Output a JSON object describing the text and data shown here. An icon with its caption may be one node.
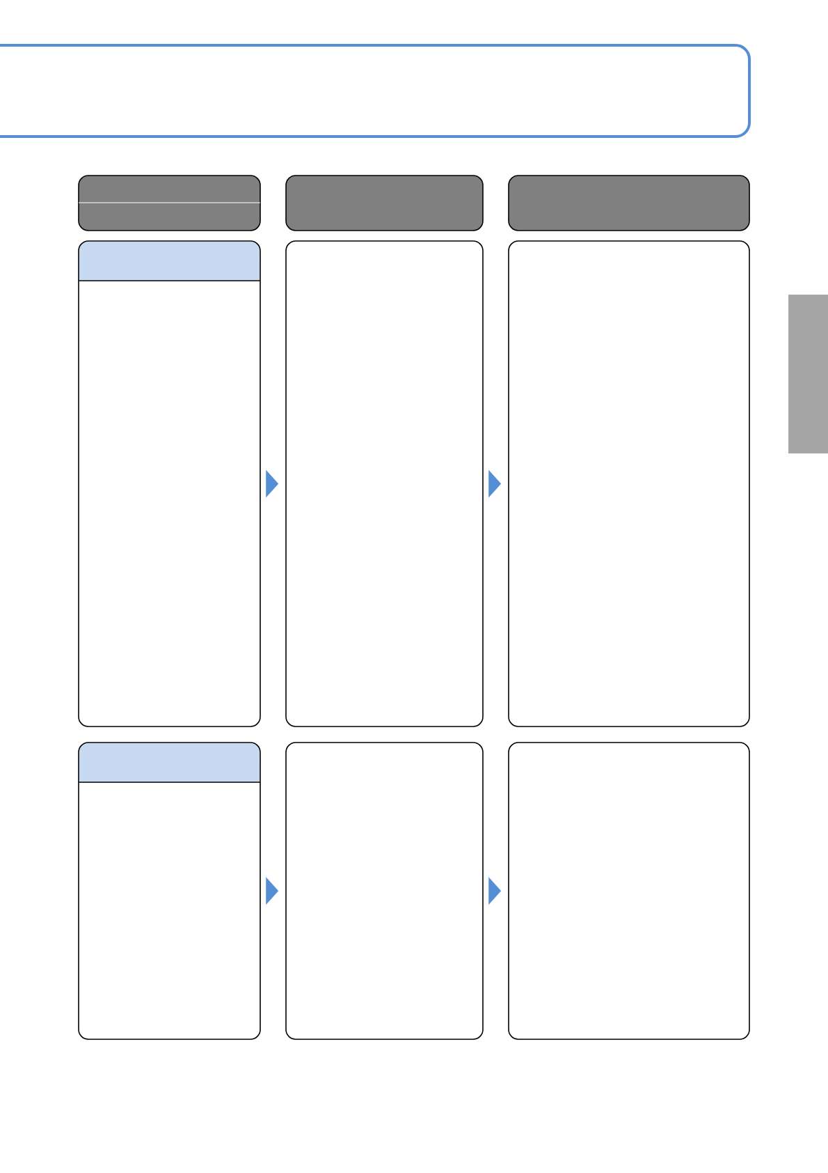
{
  "diagram": {
    "nodes": [
      {
        "text": [],
        "shape": "box"
      },
      {
        "text": [],
        "shape": "box"
      },
      {
        "text": [],
        "shape": "box"
      },
      {
        "text": [],
        "shape": "box"
      },
      {
        "text": [],
        "shape": "box"
      },
      {
        "text": [],
        "shape": "box"
      },
      {
        "text": [],
        "shape": "box"
      },
      {
        "text": [],
        "shape": "box"
      },
      {
        "text": [],
        "shape": "box"
      },
      {
        "text": [],
        "shape": "box"
      },
      {
        "text": [],
        "shape": "bar"
      }
    ],
    "edges": [
      {
        "from": 4,
        "to": 5,
        "arrow": "to"
      },
      {
        "from": 5,
        "to": 6,
        "arrow": "to"
      },
      {
        "from": 7,
        "to": 8,
        "arrow": "to"
      },
      {
        "from": 8,
        "to": 9,
        "arrow": "to"
      }
    ]
  }
}
